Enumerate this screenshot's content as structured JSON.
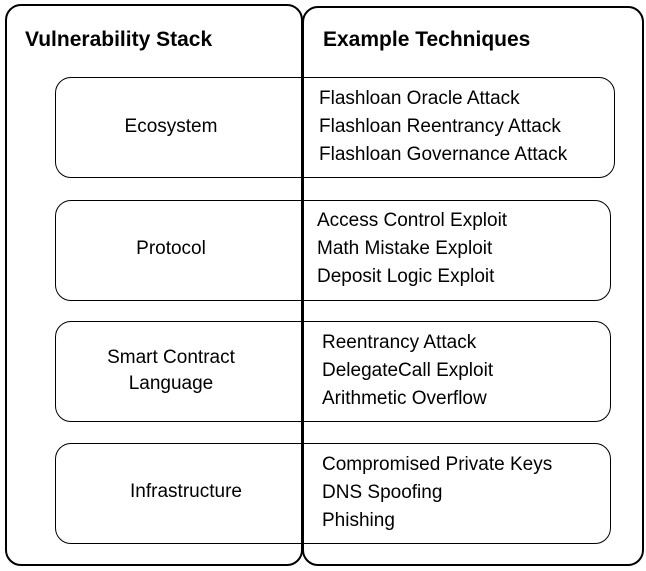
{
  "headers": {
    "left": "Vulnerability Stack",
    "right": "Example Techniques"
  },
  "layers": [
    {
      "name": "Ecosystem",
      "techniques": [
        "Flashloan Oracle Attack",
        "Flashloan Reentrancy Attack",
        "Flashloan Governance Attack"
      ]
    },
    {
      "name": "Protocol",
      "techniques": [
        "Access Control Exploit",
        "Math Mistake Exploit",
        "Deposit Logic Exploit"
      ]
    },
    {
      "name": "Smart Contract\nLanguage",
      "techniques": [
        "Reentrancy Attack",
        "DelegateCall Exploit",
        "Arithmetic Overflow"
      ]
    },
    {
      "name": "Infrastructure",
      "techniques": [
        "Compromised Private Keys",
        "DNS Spoofing",
        "Phishing"
      ]
    }
  ]
}
